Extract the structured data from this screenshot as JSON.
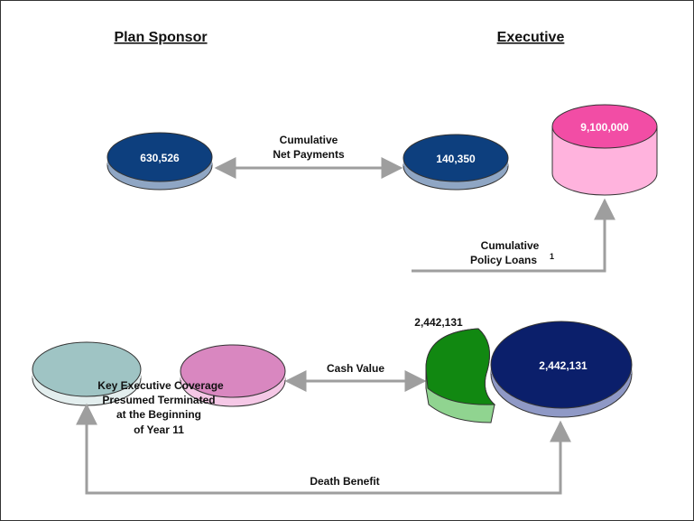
{
  "headers": {
    "left": "Plan Sponsor",
    "right": "Executive"
  },
  "top_row": {
    "sponsor_value": "630,526",
    "executive_value": "140,350",
    "arrow_label_line1": "Cumulative",
    "arrow_label_line2": "Net Payments"
  },
  "loan": {
    "value": "9,100,000",
    "label_line1": "Cumulative",
    "label_line2": "Policy Loans",
    "footnote": "1"
  },
  "bottom_row": {
    "cash_value_label": "Cash Value",
    "split_value": "2,442,131",
    "executive_value": "2,442,131",
    "note_line1": "Key Executive Coverage",
    "note_line2": "Presumed Terminated",
    "note_line3": "at the Beginning",
    "note_line4": "of Year 11",
    "death_benefit_label": "Death Benefit"
  },
  "colors": {
    "navy": "#0d3f7e",
    "navy_side": "#8fa6c4",
    "pink_top": "#f24da5",
    "pink_body": "#ffb3dd",
    "teal": "#9fc4c4",
    "mauve": "#d987c0",
    "green": "#118811",
    "green_side": "#90d490",
    "dark_navy": "#0b1f6b",
    "dark_navy_side": "#8f99c6",
    "connector": "#9e9e9e"
  }
}
